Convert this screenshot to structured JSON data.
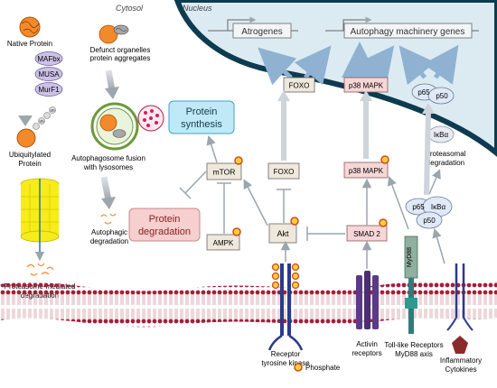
{
  "regions": {
    "cytosol": "Cytosol",
    "nucleus": "Nucleus"
  },
  "genes": {
    "atrogenes": "Atrogenes",
    "autophagy": "Autophagy machinery genes"
  },
  "left": {
    "native_protein": "Native Protein",
    "ligases": [
      "MAFbx",
      "MUSA",
      "MurF1"
    ],
    "ub": "Ub",
    "ubiquitylated": [
      "Ubiquitylated",
      "Protein"
    ],
    "proteasome_degradation": [
      "Proteasome-mediated",
      "degradation"
    ],
    "defunct": [
      "Defunct organelles",
      "protein aggregates"
    ],
    "autophagosome": [
      "Autophagosome fusion",
      "with lysosomes"
    ],
    "autophagic": [
      "Autophagic",
      "degradation"
    ]
  },
  "nodes": {
    "protein_synthesis": [
      "Protein",
      "synthesis"
    ],
    "protein_degradation": [
      "Protein",
      "degradation"
    ],
    "mtor": "mTOR",
    "ampk": "AMPK",
    "akt": "Akt",
    "foxo": "FOXO",
    "foxo_nuc": "FOXO",
    "smad2": "SMAD 2",
    "p38": "p38 MAPK",
    "p38_nuc": "p38 MAPK",
    "p65": "p65",
    "p50": "p50",
    "ikba": "IκBα",
    "myd88": "MyD88",
    "proteasomal": [
      "Proteasomal",
      "degradation"
    ]
  },
  "receptors": {
    "rtk": [
      "Receptor",
      "tyrosine kinase"
    ],
    "activin": [
      "Activin",
      "receptors"
    ],
    "tlr": [
      "Toll-like Receptors",
      "MyD88 axis"
    ],
    "cytokines": [
      "Inflammatory",
      "Cytokines"
    ]
  },
  "legend": {
    "phosphate": "Phosphate"
  },
  "colors": {
    "nucleus_fill": "#dcebf2",
    "nucleus_edge": "#0d3b50",
    "arrow": "#8fb2d2",
    "node_fill": "#efe8dc",
    "synthesis_fill": "#bfe9f6",
    "degradation_fill": "#f6cfcf",
    "p38_fill": "#f6d6d6",
    "nfkb_fill": "#dfe9f7",
    "ligase_fill": "#ccc2e6",
    "membrane": "#a0213c",
    "proteasome": "#f6ec1a"
  }
}
